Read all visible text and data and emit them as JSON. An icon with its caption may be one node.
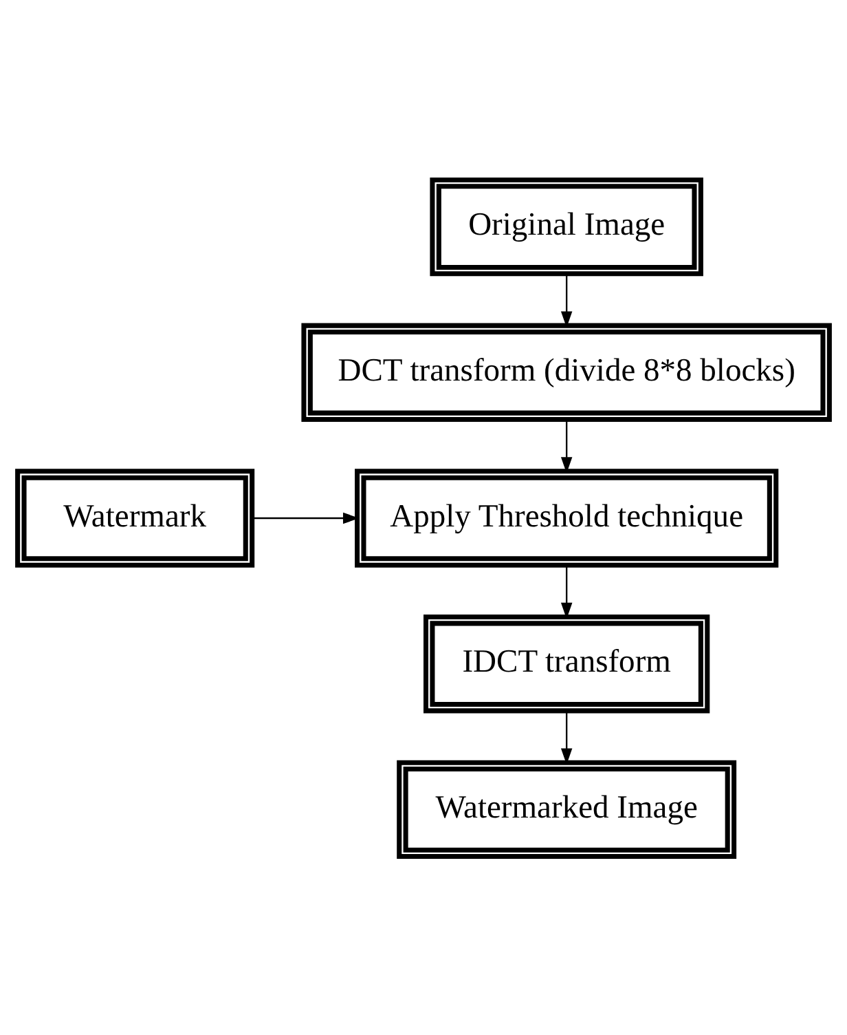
{
  "diagram": {
    "nodes": [
      {
        "text": [
          "Original Image"
        ]
      },
      {
        "text": [
          "DCT transform (divide 8*8 blocks)"
        ]
      },
      {
        "text": [
          "Watermark"
        ]
      },
      {
        "text": [
          "Apply Threshold technique"
        ]
      },
      {
        "text": [
          "IDCT transform"
        ]
      },
      {
        "text": [
          "Watermarked Image"
        ]
      }
    ],
    "edges": [
      {
        "from": 0,
        "to": 1,
        "arrow": "to"
      },
      {
        "from": 1,
        "to": 3,
        "arrow": "to"
      },
      {
        "from": 2,
        "to": 3,
        "arrow": "to"
      },
      {
        "from": 3,
        "to": 4,
        "arrow": "to"
      },
      {
        "from": 4,
        "to": 5,
        "arrow": "to"
      }
    ]
  }
}
